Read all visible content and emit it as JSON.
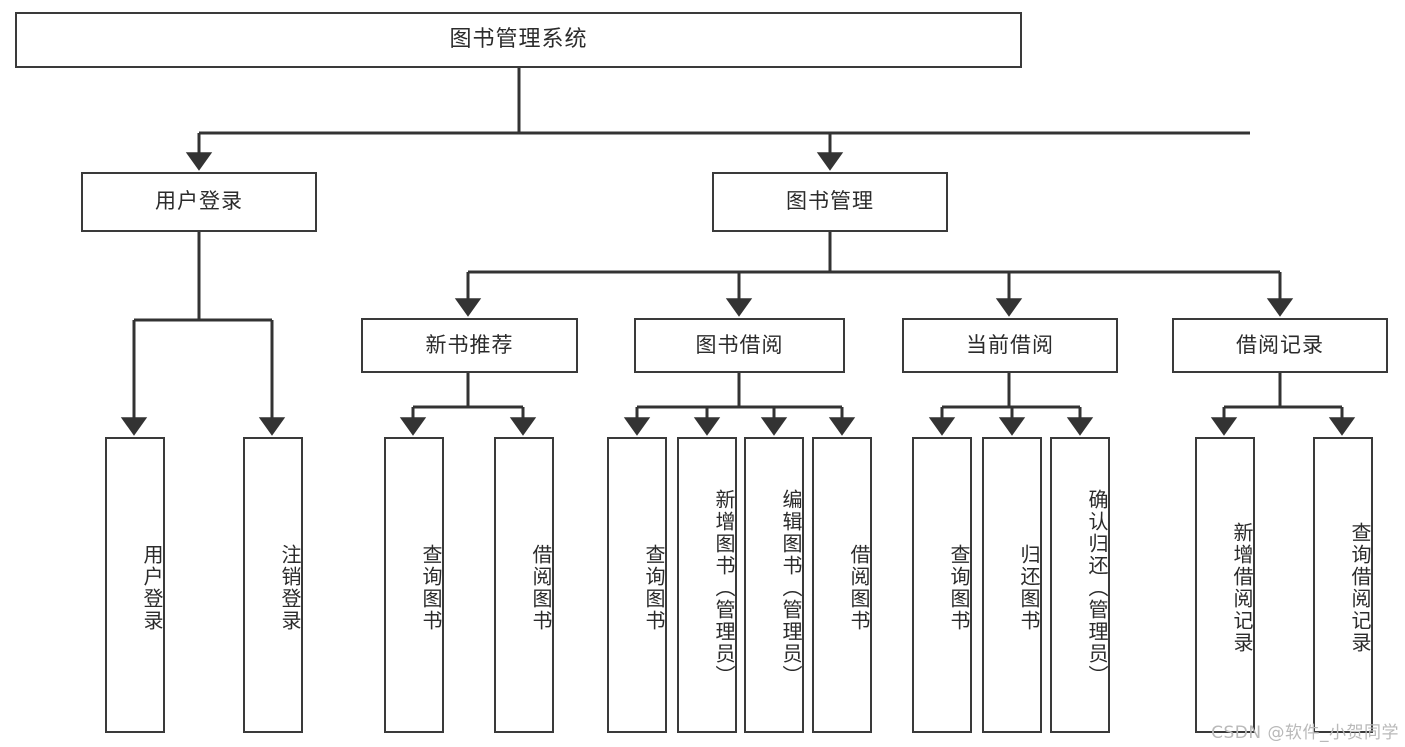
{
  "diagram": {
    "title": "图书管理系统",
    "type": "tree-hierarchy-chart",
    "colors": {
      "box_border": "#3a3a3a",
      "box_fill": "#ffffff",
      "connector": "#333333",
      "text": "#2b2b2b",
      "watermark": "#b9b9b9",
      "background": "#ffffff"
    },
    "root": {
      "label": "图书管理系统"
    },
    "level2": [
      {
        "label": "用户登录"
      },
      {
        "label": "图书管理"
      }
    ],
    "level3": [
      {
        "label": "新书推荐"
      },
      {
        "label": "图书借阅"
      },
      {
        "label": "当前借阅"
      },
      {
        "label": "借阅记录"
      }
    ],
    "leaves_user_login": [
      {
        "label": "用户登录"
      },
      {
        "label": "注销登录"
      }
    ],
    "leaves_new_books": [
      {
        "label": "查询图书"
      },
      {
        "label": "借阅图书"
      }
    ],
    "leaves_borrow": [
      {
        "label": "查询图书"
      },
      {
        "label": "新增图书（管理员）"
      },
      {
        "label": "编辑图书（管理员）"
      },
      {
        "label": "借阅图书"
      }
    ],
    "leaves_current": [
      {
        "label": "查询图书"
      },
      {
        "label": "归还图书"
      },
      {
        "label": "确认归还（管理员）"
      }
    ],
    "leaves_records": [
      {
        "label": "新增借阅记录"
      },
      {
        "label": "查询借阅记录"
      }
    ]
  },
  "watermark": {
    "text": "CSDN @软件_小贺同学"
  }
}
